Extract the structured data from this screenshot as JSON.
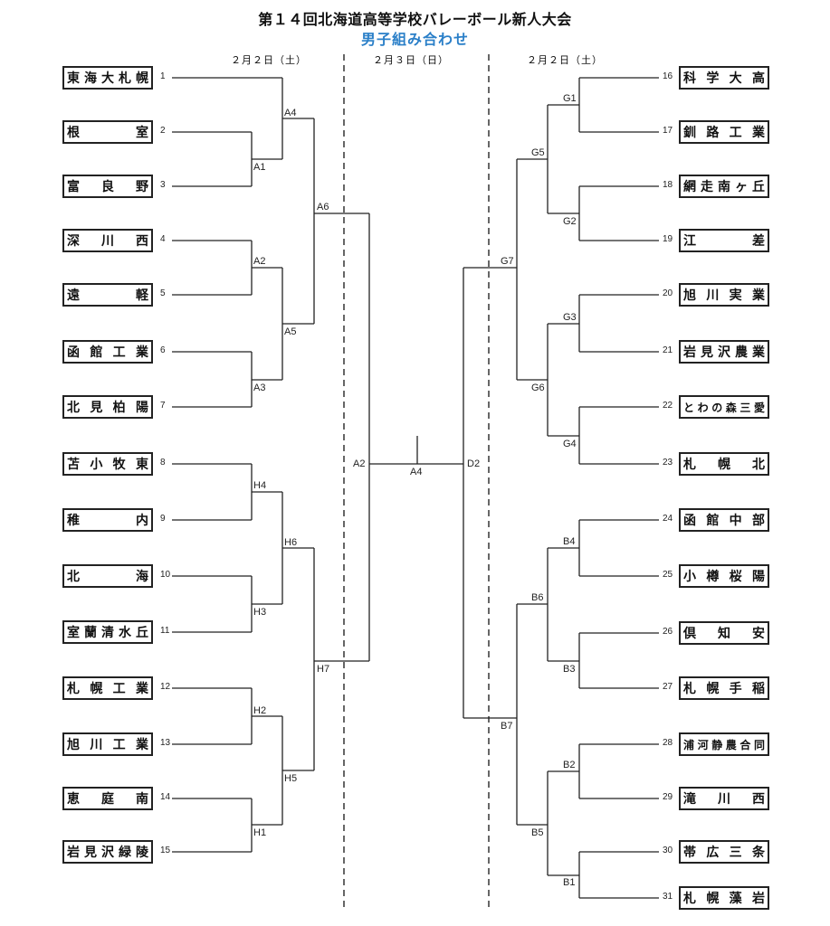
{
  "header": {
    "title": "第１４回北海道高等学校バレーボール新人大会",
    "subtitle": "男子組み合わせ",
    "subtitle_color": "#2a7fc8"
  },
  "dates": {
    "left": "２月２日（土）",
    "center": "２月３日（日）",
    "right": "２月２日（土）"
  },
  "teams_left": [
    {
      "seed": "1",
      "name": "東海大札幌"
    },
    {
      "seed": "2",
      "name": "根室"
    },
    {
      "seed": "3",
      "name": "富良野"
    },
    {
      "seed": "4",
      "name": "深川西"
    },
    {
      "seed": "5",
      "name": "遠軽"
    },
    {
      "seed": "6",
      "name": "函館工業"
    },
    {
      "seed": "7",
      "name": "北見柏陽"
    },
    {
      "seed": "8",
      "name": "苫小牧東"
    },
    {
      "seed": "9",
      "name": "稚内"
    },
    {
      "seed": "10",
      "name": "北海"
    },
    {
      "seed": "11",
      "name": "室蘭清水丘"
    },
    {
      "seed": "12",
      "name": "札幌工業"
    },
    {
      "seed": "13",
      "name": "旭川工業"
    },
    {
      "seed": "14",
      "name": "恵庭南"
    },
    {
      "seed": "15",
      "name": "岩見沢緑陵"
    }
  ],
  "teams_right": [
    {
      "seed": "16",
      "name": "科学大高"
    },
    {
      "seed": "17",
      "name": "釧路工業"
    },
    {
      "seed": "18",
      "name": "網走南ヶ丘"
    },
    {
      "seed": "19",
      "name": "江差"
    },
    {
      "seed": "20",
      "name": "旭川実業"
    },
    {
      "seed": "21",
      "name": "岩見沢農業"
    },
    {
      "seed": "22",
      "name": "とわの森三愛"
    },
    {
      "seed": "23",
      "name": "札幌北"
    },
    {
      "seed": "24",
      "name": "函館中部"
    },
    {
      "seed": "25",
      "name": "小樽桜陽"
    },
    {
      "seed": "26",
      "name": "倶知安"
    },
    {
      "seed": "27",
      "name": "札幌手稲"
    },
    {
      "seed": "28",
      "name": "浦河静農合同"
    },
    {
      "seed": "29",
      "name": "滝川西"
    },
    {
      "seed": "30",
      "name": "帯広三条"
    },
    {
      "seed": "31",
      "name": "札幌藻岩"
    }
  ],
  "matches": {
    "A1": "A1",
    "A2": "A2",
    "A3": "A3",
    "A4": "A4",
    "A5": "A5",
    "A6": "A6",
    "H1": "H1",
    "H2": "H2",
    "H3": "H3",
    "H4": "H4",
    "H5": "H5",
    "H6": "H6",
    "H7": "H7",
    "G1": "G1",
    "G2": "G2",
    "G3": "G3",
    "G4": "G4",
    "G5": "G5",
    "G6": "G6",
    "G7": "G7",
    "B1": "B1",
    "B2": "B2",
    "B3": "B3",
    "B4": "B4",
    "B5": "B5",
    "B6": "B6",
    "B7": "B7",
    "final_left": "A2",
    "final_center": "A4",
    "final_right": "D2"
  }
}
